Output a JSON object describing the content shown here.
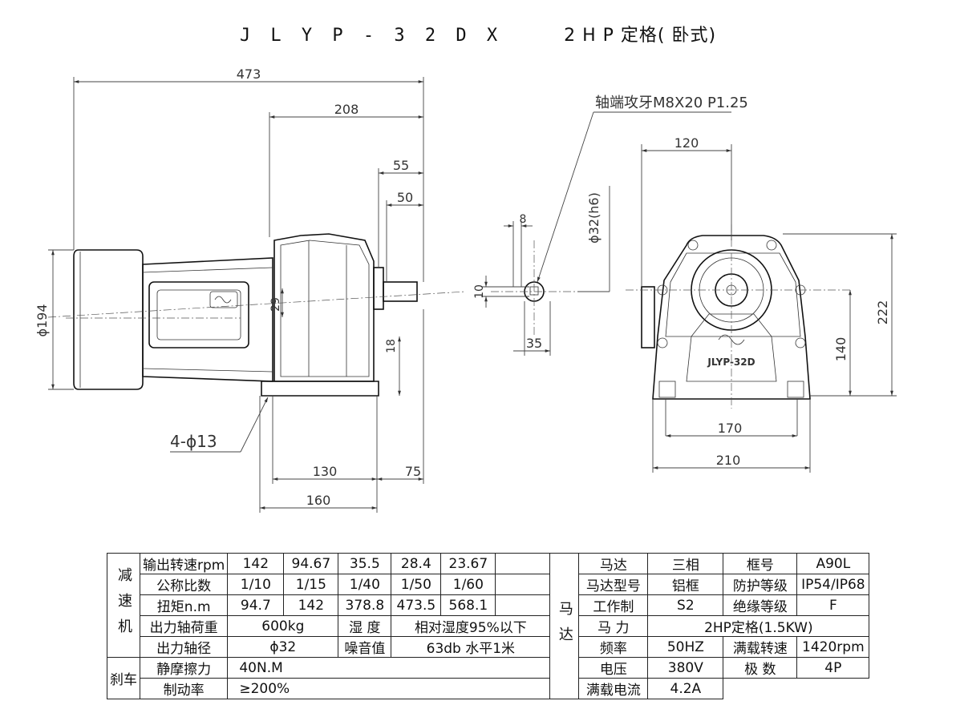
{
  "title": {
    "model": "J L Y P - 3 2 D X",
    "power": "2 H P 定格( 卧式)"
  },
  "drawing": {
    "dims": {
      "total_length": "473",
      "gear_length": "208",
      "shaft_55": "55",
      "shaft_50": "50",
      "motor_dia": "ϕ194",
      "dim_29": "29",
      "dim_18": "18",
      "foot_130": "130",
      "foot_75": "75",
      "foot_160": "160",
      "holes": "4-ϕ13",
      "thread_note": "轴端攻牙M8X20 P1.25",
      "key_8": "8",
      "key_10": "10",
      "key_35": "35",
      "shaft_dia": "ϕ32(h6)",
      "width_120": "120",
      "height_222": "222",
      "height_140": "140",
      "base_170": "170",
      "base_210": "210",
      "plate_text": "JLYP-32D"
    }
  },
  "spec_table": {
    "reducer_label": "减速机",
    "brake_label": "刹车",
    "motor_label": "马达",
    "speed_label": "输出转速rpm",
    "speeds": [
      "142",
      "94.67",
      "35.5",
      "28.4",
      "23.67",
      ""
    ],
    "ratio_label": "公称比数",
    "ratios": [
      "1/10",
      "1/15",
      "1/40",
      "1/50",
      "1/60",
      ""
    ],
    "torque_label": "扭矩n.m",
    "torques": [
      "94.7",
      "142",
      "378.8",
      "473.5",
      "568.1",
      ""
    ],
    "load_label": "出力轴荷重",
    "load_value": "600kg",
    "humidity_label": "湿 度",
    "humidity_value": "相对湿度95%以下",
    "shaft_label": "出力轴径",
    "shaft_value": "ϕ32",
    "noise_label": "噪音值",
    "noise_value": "63db 水平1米",
    "friction_label": "静摩擦力",
    "friction_value": "40N.M",
    "brake_rate_label": "制动率",
    "brake_rate_value": "≥200%",
    "motor_rows": [
      [
        "马达",
        "三相",
        "框号",
        "A90L"
      ],
      [
        "马达型号",
        "铝框",
        "防护等级",
        "IP54/IP68"
      ],
      [
        "工作制",
        "S2",
        "绝缘等级",
        "F"
      ]
    ],
    "power_label": "马 力",
    "power_value": "2HP定格(1.5KW)",
    "freq_row": [
      "频率",
      "50HZ",
      "满载转速",
      "1420rpm"
    ],
    "volt_row": [
      "电压",
      "380V",
      "极 数",
      "4P"
    ],
    "current_label": "满载电流",
    "current_value": "4.2A"
  }
}
